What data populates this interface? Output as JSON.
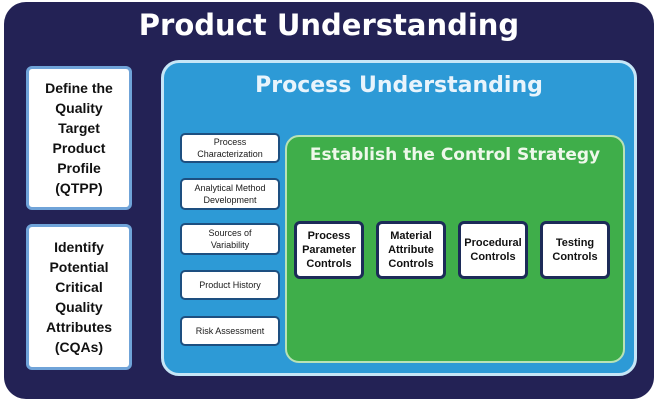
{
  "title": "Product Understanding",
  "left_boxes": [
    {
      "label": "Define the\nQuality\nTarget\nProduct\nProfile\n(QTPP)"
    },
    {
      "label": "Identify\nPotential\nCritical\nQuality\nAttributes\n(CQAs)"
    }
  ],
  "process": {
    "title": "Process Understanding",
    "items": [
      {
        "label": "Process\nCharacterization"
      },
      {
        "label": "Analytical Method\nDevelopment"
      },
      {
        "label": "Sources of\nVariability"
      },
      {
        "label": "Product History"
      },
      {
        "label": "Risk Assessment"
      }
    ]
  },
  "strategy": {
    "title": "Establish the Control Strategy",
    "controls": [
      {
        "label": "Process\nParameter\nControls"
      },
      {
        "label": "Material\nAttribute\nControls"
      },
      {
        "label": "Procedural\nControls"
      },
      {
        "label": "Testing\nControls"
      }
    ]
  },
  "colors": {
    "outer_background": "#232255",
    "process_background": "#2d9ad6",
    "strategy_background": "#3fae4a"
  }
}
